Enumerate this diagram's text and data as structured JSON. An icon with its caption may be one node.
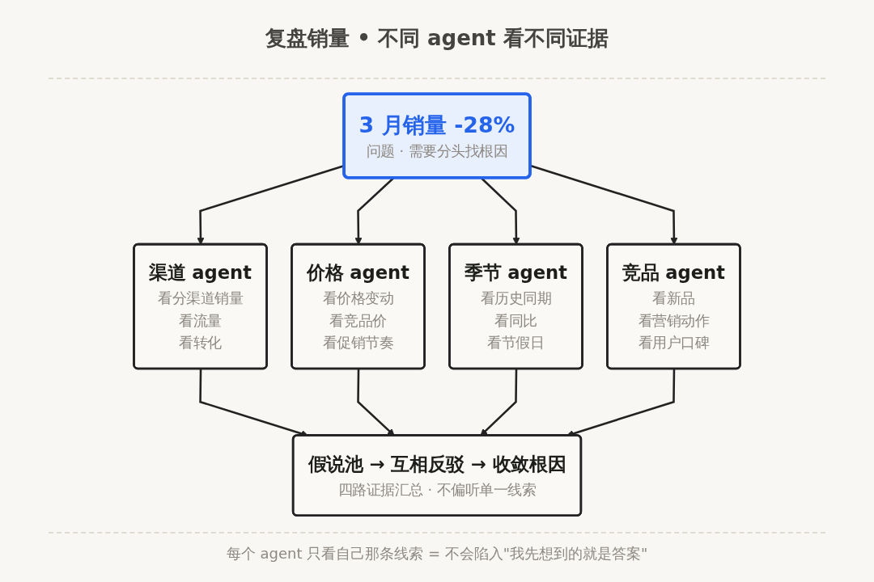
{
  "diagram": {
    "title": "复盘销量 • 不同 agent 看不同证据",
    "nodes": [
      {
        "text": [
          "3 月销量 -28%",
          "问题 · 需要分头找根因"
        ]
      },
      {
        "text": [
          "渠道 agent",
          "看分渠道销量",
          "看流量",
          "看转化"
        ]
      },
      {
        "text": [
          "价格 agent",
          "看价格变动",
          "看竞品价",
          "看促销节奏"
        ]
      },
      {
        "text": [
          "季节 agent",
          "看历史同期",
          "看同比",
          "看节假日"
        ]
      },
      {
        "text": [
          "竞品 agent",
          "看新品",
          "看营销动作",
          "看用户口碑"
        ]
      },
      {
        "text": [
          "假说池 → 互相反驳 → 收敛根因",
          "四路证据汇总 · 不偏听单一线索"
        ]
      }
    ],
    "edges": [
      {
        "from": 0,
        "to": 1,
        "arrow": "to"
      },
      {
        "from": 0,
        "to": 2,
        "arrow": "to"
      },
      {
        "from": 0,
        "to": 3,
        "arrow": "to"
      },
      {
        "from": 0,
        "to": 4,
        "arrow": "to"
      },
      {
        "from": 1,
        "to": 5,
        "arrow": "to"
      },
      {
        "from": 2,
        "to": 5,
        "arrow": "to"
      },
      {
        "from": 3,
        "to": 5,
        "arrow": "to"
      },
      {
        "from": 4,
        "to": 5,
        "arrow": "to"
      }
    ],
    "caption": "每个 agent 只看自己那条线索 = 不会陷入\"我先想到的就是答案\""
  }
}
